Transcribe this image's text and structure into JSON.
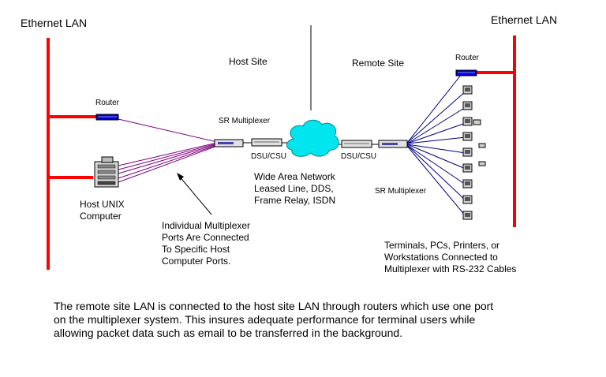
{
  "labels": {
    "ethernet_left": "Ethernet LAN",
    "ethernet_right": "Ethernet LAN",
    "router_left": "Router",
    "router_right": "Router",
    "host_site": "Host Site",
    "remote_site": "Remote Site",
    "sr_mux_left": "SR Multiplexer",
    "sr_mux_right": "SR Multiplexer",
    "dsu_left": "DSU/CSU",
    "dsu_right": "DSU/CSU",
    "wan": "Wide Area Network\nLeased Line, DDS,\nFrame Relay, ISDN",
    "host_unix": "Host UNIX\nComputer",
    "ports_note": "Individual Multiplexer\nPorts Are Connected\nTo Specific Host\nComputer Ports.",
    "terminals_note": "Terminals, PCs, Printers, or\nWorkstations Connected to\nMultiplexer with RS-232 Cables"
  },
  "caption": "The remote site LAN is connected to the host site LAN through routers  which use one port\non the multiplexer system.  This insures adequate performance for terminal users while\nallowing packet data such as email to be transferred in the background.",
  "colors": {
    "lan": "#ff0000",
    "host_links": "#800080",
    "remote_links": "#000080",
    "cloud": "#00e5ee",
    "router": "#0000cc"
  }
}
